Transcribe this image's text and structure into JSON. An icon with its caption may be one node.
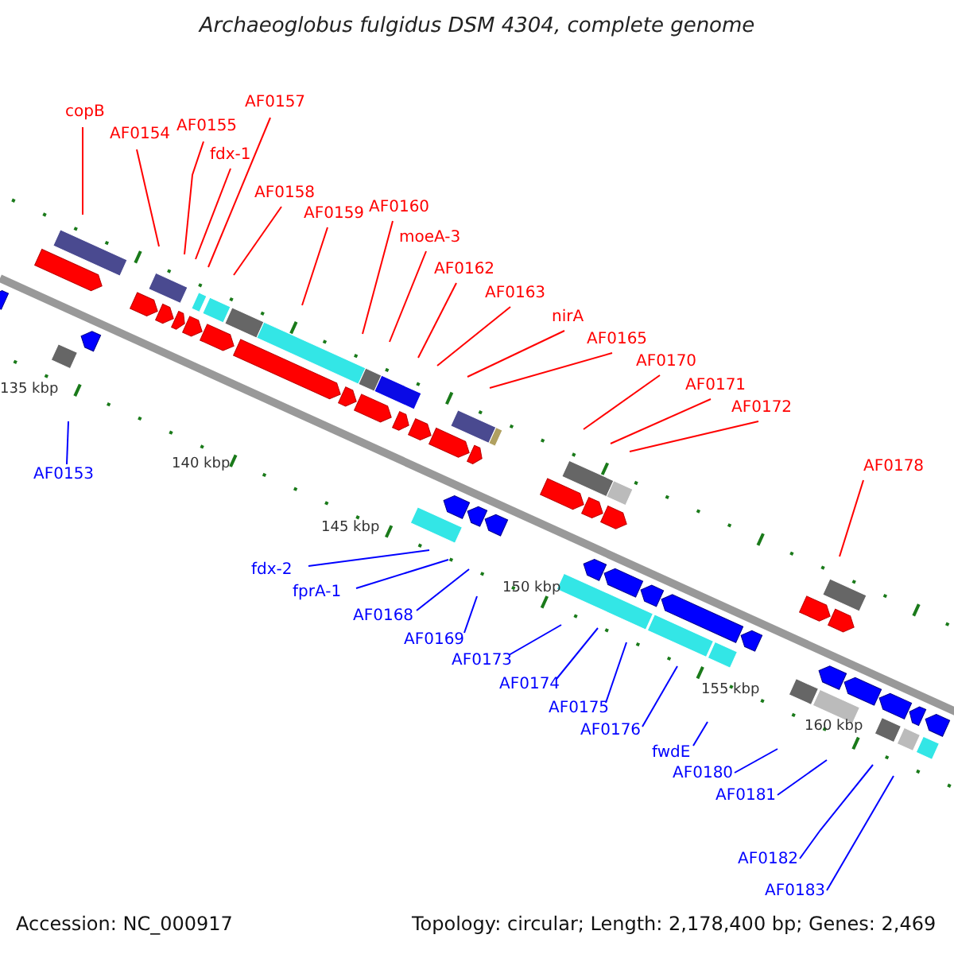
{
  "diagram": {
    "title": "Archaeoglobus fulgidus DSM 4304, complete genome",
    "nodes": [
      {
        "text": [
          "copB"
        ]
      },
      {
        "text": [
          "AF0154"
        ]
      },
      {
        "text": [
          "AF0155"
        ]
      },
      {
        "text": [
          "fdx-1"
        ]
      },
      {
        "text": [
          "AF0157"
        ]
      },
      {
        "text": [
          "AF0158"
        ]
      },
      {
        "text": [
          "AF0159"
        ]
      },
      {
        "text": [
          "AF0160"
        ]
      },
      {
        "text": [
          "moeA-3"
        ]
      },
      {
        "text": [
          "AF0162"
        ]
      },
      {
        "text": [
          "AF0163"
        ]
      },
      {
        "text": [
          "nirA"
        ]
      },
      {
        "text": [
          "AF0165"
        ]
      },
      {
        "text": [
          "AF0170"
        ]
      },
      {
        "text": [
          "AF0171"
        ]
      },
      {
        "text": [
          "AF0172"
        ]
      },
      {
        "text": [
          "AF0178"
        ]
      },
      {
        "text": [
          "AF0153"
        ]
      },
      {
        "text": [
          "fdx-2"
        ]
      },
      {
        "text": [
          "fprA-1"
        ]
      },
      {
        "text": [
          "AF0168"
        ]
      },
      {
        "text": [
          "AF0169"
        ]
      },
      {
        "text": [
          "AF0173"
        ]
      },
      {
        "text": [
          "AF0174"
        ]
      },
      {
        "text": [
          "AF0175"
        ]
      },
      {
        "text": [
          "AF0176"
        ]
      },
      {
        "text": [
          "fwdE"
        ]
      },
      {
        "text": [
          "AF0180"
        ]
      },
      {
        "text": [
          "AF0181"
        ]
      },
      {
        "text": [
          "AF0182"
        ]
      },
      {
        "text": [
          "AF0183"
        ]
      }
    ],
    "edges": [
      {
        "from": 0,
        "to": null,
        "arrow": "none"
      },
      {
        "from": 1,
        "to": null,
        "arrow": "none"
      },
      {
        "from": 2,
        "to": null,
        "arrow": "none"
      },
      {
        "from": 3,
        "to": null,
        "arrow": "none"
      },
      {
        "from": 4,
        "to": null,
        "arrow": "none"
      },
      {
        "from": 5,
        "to": null,
        "arrow": "none"
      },
      {
        "from": 6,
        "to": null,
        "arrow": "none"
      },
      {
        "from": 7,
        "to": null,
        "arrow": "none"
      },
      {
        "from": 8,
        "to": null,
        "arrow": "none"
      },
      {
        "from": 9,
        "to": null,
        "arrow": "none"
      },
      {
        "from": 10,
        "to": null,
        "arrow": "none"
      },
      {
        "from": 11,
        "to": null,
        "arrow": "none"
      },
      {
        "from": 12,
        "to": null,
        "arrow": "none"
      },
      {
        "from": 13,
        "to": null,
        "arrow": "none"
      },
      {
        "from": 14,
        "to": null,
        "arrow": "none"
      },
      {
        "from": 15,
        "to": null,
        "arrow": "none"
      },
      {
        "from": 16,
        "to": null,
        "arrow": "none"
      },
      {
        "from": 17,
        "to": null,
        "arrow": "none",
        "color": "#0000ff"
      },
      {
        "from": 18,
        "to": null,
        "arrow": "none",
        "color": "#0000ff"
      },
      {
        "from": 19,
        "to": null,
        "arrow": "none",
        "color": "#0000ff"
      },
      {
        "from": 20,
        "to": null,
        "arrow": "none",
        "color": "#0000ff"
      },
      {
        "from": 21,
        "to": null,
        "arrow": "none",
        "color": "#0000ff"
      },
      {
        "from": 22,
        "to": null,
        "arrow": "none",
        "color": "#0000ff"
      },
      {
        "from": 23,
        "to": null,
        "arrow": "none",
        "color": "#0000ff"
      },
      {
        "from": 24,
        "to": null,
        "arrow": "none",
        "color": "#0000ff"
      },
      {
        "from": 25,
        "to": null,
        "arrow": "none",
        "color": "#0000ff"
      },
      {
        "from": 26,
        "to": null,
        "arrow": "none",
        "color": "#0000ff"
      },
      {
        "from": 27,
        "to": null,
        "arrow": "none",
        "color": "#0000ff"
      },
      {
        "from": 28,
        "to": null,
        "arrow": "none",
        "color": "#0000ff"
      },
      {
        "from": 29,
        "to": null,
        "arrow": "none",
        "color": "#0000ff"
      },
      {
        "from": 30,
        "to": null,
        "arrow": "none",
        "color": "#0000ff"
      }
    ],
    "labels": [
      "135 kbp",
      "140 kbp",
      "145 kbp",
      "150 kbp",
      "155 kbp",
      "160 kbp",
      "Accession: NC_000917",
      "Topology: circular; Length: 2,178,400 bp; Genes: 2,469"
    ]
  }
}
